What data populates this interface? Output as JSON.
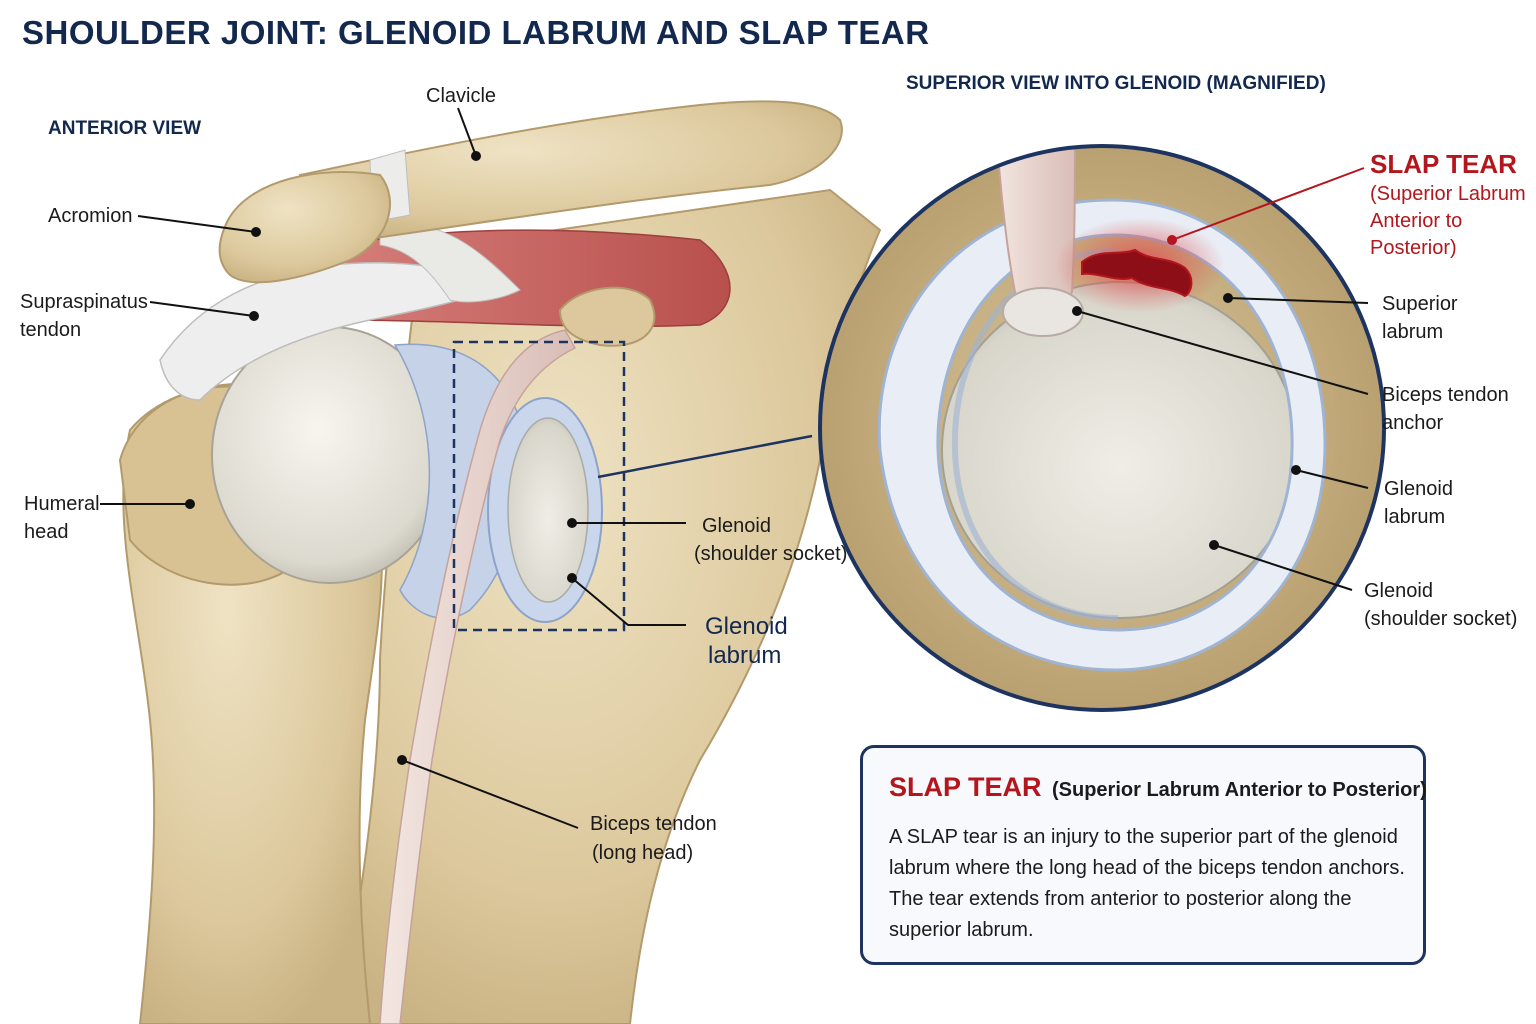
{
  "title": "SHOULDER JOINT: GLENOID LABRUM AND SLAP TEAR",
  "views": {
    "anterior": "ANTERIOR VIEW",
    "superior": "SUPERIOR VIEW INTO GLENOID (MAGNIFIED)"
  },
  "anterior_labels": {
    "clavicle": "Clavicle",
    "acromion": "Acromion",
    "supraspinatus": [
      "Supraspinatus",
      "tendon"
    ],
    "humeral_head": [
      "Humeral",
      "head"
    ],
    "glenoid": [
      "Glenoid",
      "(shoulder socket)"
    ],
    "glenoid_labrum": [
      "Glenoid",
      "labrum"
    ],
    "biceps_tendon": [
      "Biceps tendon",
      "(long head)"
    ]
  },
  "superior_labels": {
    "slap_tear": [
      "SLAP TEAR",
      "(Superior Labrum",
      "Anterior to",
      "Posterior)"
    ],
    "superior_labrum": [
      "Superior",
      "labrum"
    ],
    "biceps_anchor": [
      "Biceps tendon",
      "anchor"
    ],
    "glenoid_labrum": [
      "Glenoid",
      "labrum"
    ],
    "glenoid": [
      "Glenoid",
      "(shoulder socket)"
    ]
  },
  "info_box": {
    "title": "SLAP TEAR",
    "subtitle": "(Superior Labrum  Anterior to Posterior)",
    "body": "A SLAP tear is an injury to the superior part of the glenoid labrum where the long head of the biceps tendon anchors. The tear extends from anterior to posterior along the superior labrum."
  },
  "colors": {
    "navy": "#13284f",
    "tear_red": "#b3171d",
    "bone": "#e3d3ac",
    "cartilage": "#e8eef7",
    "labrum": "#b8c8e3",
    "muscle": "#c45a57"
  }
}
